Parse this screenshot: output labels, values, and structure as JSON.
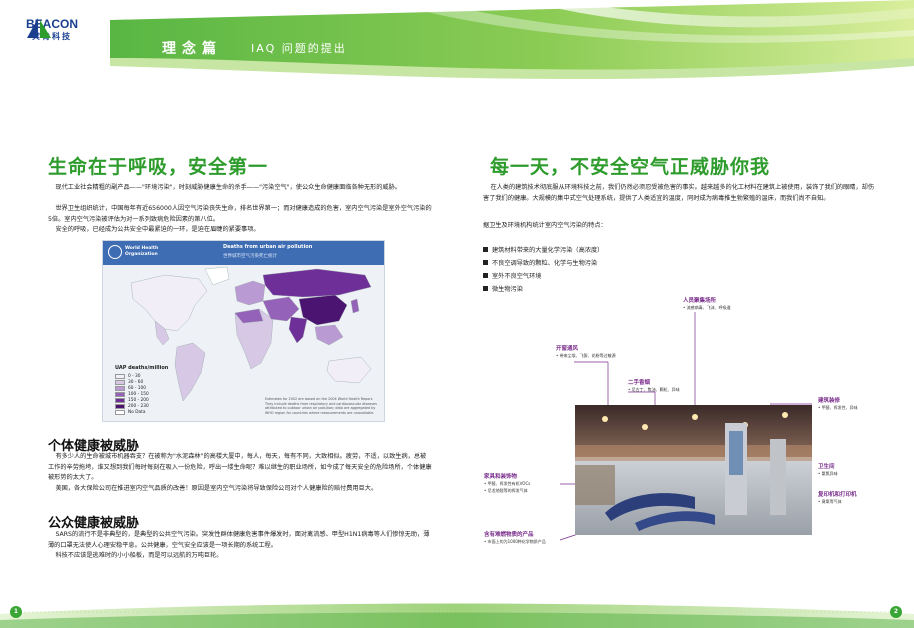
{
  "header": {
    "logo_en": "BEACON",
    "logo_cn": "宾肯科技",
    "title": "理念篇",
    "subtitle": "IAQ 问题的提出"
  },
  "left": {
    "heading": "生命在于呼吸，安全第一",
    "paragraphs": [
      "现代工业社会精粗的副产品——\"环境污染\"，时刻威胁健康生命的杀手——\"污染空气\"，使公众生命健康面临各种无形的威胁。",
      "世界卫生组织统计，中国每年有近656000人因空气污染丧失生命，排名世界第一；而对健康造成的危害，室内空气污染是室外空气污染的5倍。室内空气污染被评估为对一系列致病危险因素的第八位。",
      "安全的呼吸，已经成为公共安全中最紧迫的一环，是迫在眉睫的紧要事项。"
    ],
    "map": {
      "org": "World Health\nOrganization",
      "title": "Deaths from urban air pollution",
      "subtitle": "世界城市空气污染死亡统计",
      "legend_title": "UAP deaths/million",
      "legend": [
        {
          "label": "0 - 30",
          "color": "#f2eef7"
        },
        {
          "label": "30 - 60",
          "color": "#d7c9e6"
        },
        {
          "label": "60 - 100",
          "color": "#b99ad3"
        },
        {
          "label": "100 - 150",
          "color": "#9462b8"
        },
        {
          "label": "150 - 200",
          "color": "#6e2f99"
        },
        {
          "label": "200 - 230",
          "color": "#4a1470"
        },
        {
          "label": "No Data",
          "color": "#ffffff"
        }
      ],
      "note": "Estimates for 2002 are based on the 2004 World Health Report. They include deaths from respiratory and cardiovascular diseases attributed to outdoor urban air pollution; data are aggregated by WHO region for countries where measurements are unavailable."
    },
    "section2": {
      "heading": "个体健康被威胁",
      "paragraphs": [
        "有多少人的生命被城市机器吞支？在被称为\"水泥森林\"的高楼大厦中，每人，每天，每有不同，大致相似。疲劳，不适，以致生病，总被工作的辛劳拖垮，谁又想到我们每时每刻在吸入一份危险，呼出一缕生命呢？难以继生的职业场所，如今成了每天安全的危险场所，个体健康被形势的太大了。",
        "美国，各大保险公司在推进室内空气品质的改善！原因是室内空气污染将导致保险公司对个人健康险的赔付费用巨大。"
      ]
    },
    "section3": {
      "heading": "公众健康被威胁",
      "paragraphs": [
        "SARS的流行不是非典型的，是典型的公共空气污染。突发性群体健康危害事件爆发时，面对禽流感、甲型H1N1病毒等人们惨惊无助，薄薄的口罩无法使人心理安稳平息。公共健康，空气安全应该是一项长期的系统工程。",
        "科技不应该是逃难时的小小船板，而是可以远航的万吨巨轮。"
      ]
    }
  },
  "right": {
    "heading": "每一天，不安全空气正威胁你我",
    "paragraph": "在人类的建筑技术彻底服从环境科技之前，我们仍然必须忍受被危害的事实。越来越多的化工材料在建筑上被使用，装饰了我们的眼睛，却伤害了我们的健康。大规模的集中式空气处理系统，提供了人类适宜的温度，同时成为病毒推生勃繁殖的温床，而我们尚不自知。",
    "list_intro": "据卫生及环境机构统计室内空气污染的特点：",
    "list": [
      "建筑材料带来的大量化学污染（高浓度）",
      "不良空调导致的颗粒、化学与生物污染",
      "室外不良空气环境",
      "微生物污染"
    ],
    "callouts": {
      "c1_title": "人员聚集场所",
      "c1_desc": "• 流感病毒、飞沫、呼吸道",
      "c2_title": "开窗通风",
      "c2_desc": "• 带来尘埃、飞絮、花粉等过敏源",
      "c3_title": "二手香烟",
      "c3_desc": "• 尼古丁、焦油、颗粒、异味",
      "c4_title": "建筑装修",
      "c4_desc": "• 甲醛、挥发性、异味",
      "c5_title": "卫生间",
      "c5_desc": "• 氨氮异味",
      "c6_title": "家具和装饰物",
      "c6_desc1": "• 甲醛、挥发性有机VOCs",
      "c6_desc2": "• 尼龙地毯等的挥发气体",
      "c7_title": "复印机和打印机",
      "c7_desc": "• 臭氧等气体",
      "c8_title": "含有难燃物质的产品",
      "c8_desc": "• 市面上的为1000种化学物质产品"
    }
  },
  "footer": {
    "page_left": "1",
    "page_right": "2"
  }
}
